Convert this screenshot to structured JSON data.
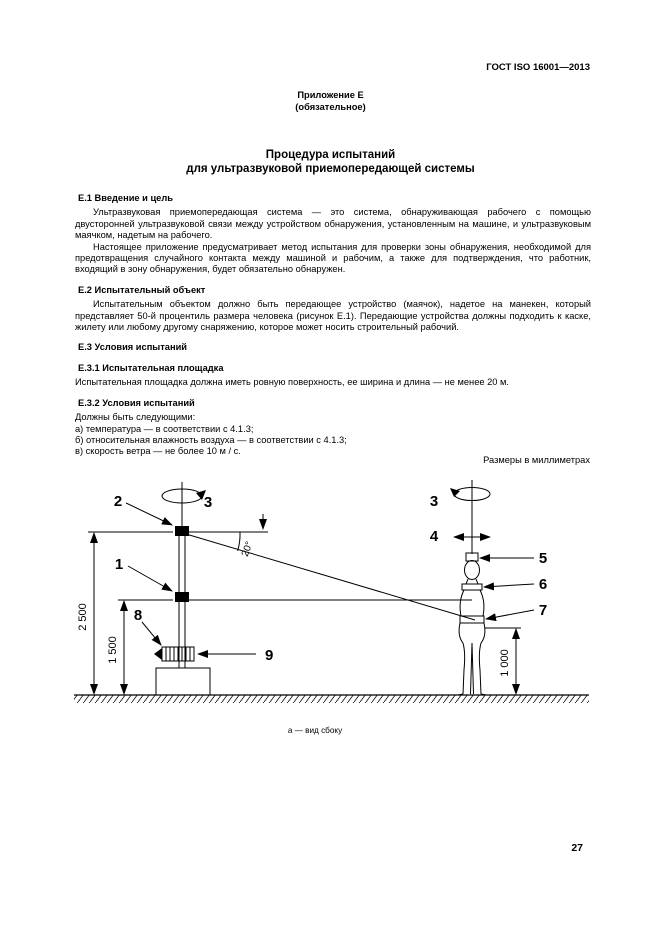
{
  "header": {
    "doc_ref": "ГОСТ ISO 16001—2013"
  },
  "annex": {
    "line1": "Приложение Е",
    "line2": "(обязательное)"
  },
  "title": {
    "line1": "Процедура испытаний",
    "line2": "для ультразвуковой приемопередающей системы"
  },
  "sections": {
    "e1_heading": "Е.1 Введение и цель",
    "e1_p1": "Ультразвуковая приемопередающая система — это система, обнаруживающая рабочего с помощью двусторонней ультразвуковой связи между устройством обнаружения, установленным на машине, и ультразвуковым маячком,  надетым на рабочего.",
    "e1_p2": "Настоящее  приложение предусматривает метод испытания для проверки зоны обнаружения, необходимой для предотвращения случайного контакта между машиной и рабочим, а также для подтверждения, что работник, входящий в зону обнаружения, будет обязательно обнаружен.",
    "e2_heading": "Е.2 Испытательный объект",
    "e2_p1": "Испытательным  объектом  должно  быть  передающее  устройство  (маячок),  надетое  на  манекен,  который представляет 50-й  процентиль размера  человека  (рисунок Е.1). Передающие  устройства должны подходить к каске, жилету или любому другому снаряжению, которое может носить строительный рабочий.",
    "e3_heading": "Е.3 Условия испытаний",
    "e31_heading": "Е.3.1 Испытательная площадка",
    "e31_p1": "Испытательная площадка должна иметь ровную поверхность, ее ширина и длина — не менее 20 м.",
    "e32_heading": "Е.3.2 Условия испытаний",
    "e32_intro": "Должны быть следующими:",
    "e32_a": "а) температура — в соответствии с 4.1.3;",
    "e32_b": "б) относительная влажность воздуха — в соответствии с 4.1.3;",
    "e32_c": "в) скорость ветра — не более 10 м / с."
  },
  "diagram": {
    "units_note": "Размеры в миллиметрах",
    "caption": "а — вид сбоку",
    "c1": "1",
    "c2": "2",
    "c3": "3",
    "c4": "4",
    "c5": "5",
    "c6": "6",
    "c7": "7",
    "c8": "8",
    "c9": "9",
    "dim_mast_height": "2 500",
    "dim_device_height": "1 500",
    "dim_beacon_height": "1 000",
    "angle": "20°"
  },
  "footer": {
    "page_number": "27"
  }
}
